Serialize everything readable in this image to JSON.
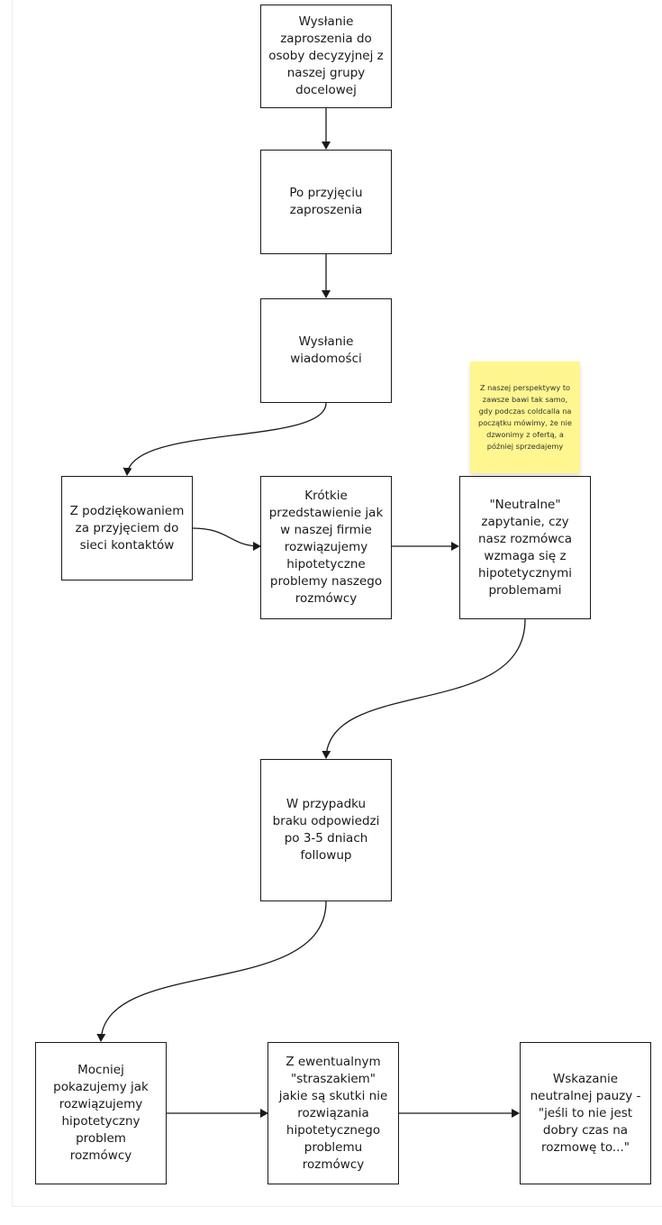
{
  "colors": {
    "stroke": "#1a1a1a",
    "node_fill": "#ffffff",
    "sticky_fill": "#fff68f",
    "canvas_edge": "#ececec"
  },
  "nodes": {
    "n1": {
      "text": "Wysłanie zaproszenia do osoby decyzyjnej z naszej grupy docelowej"
    },
    "n2": {
      "text": "Po przyjęciu zaproszenia"
    },
    "n3": {
      "text": "Wysłanie wiadomości"
    },
    "n4": {
      "text": "Z podziękowaniem za przyjęciem do sieci kontaktów"
    },
    "n5": {
      "text": "Krótkie przedstawienie jak w naszej firmie rozwiązujemy hipotetyczne problemy naszego rozmówcy"
    },
    "n6": {
      "text": "\"Neutralne\" zapytanie, czy nasz rozmówca wzmaga się z hipotetycznymi problemami"
    },
    "n7": {
      "text": "W przypadku braku odpowiedzi po 3-5 dniach followup"
    },
    "n8": {
      "text": "Mocniej pokazujemy jak rozwiązujemy hipotetyczny problem rozmówcy"
    },
    "n9": {
      "text": "Z ewentualnym \"straszakiem\" jakie są skutki nie rozwiązania hipotetycznego problemu rozmówcy"
    },
    "n10": {
      "text": "Wskazanie neutralnej pauzy - \"jeśli to nie jest dobry czas na rozmowę to...\""
    }
  },
  "sticky_note": {
    "text": "Z naszej perspektywy to zawsze bawi tak samo, gdy podczas coldcalla na początku mówimy, że nie dzwonimy z ofertą, a później sprzedajemy"
  },
  "edges": [
    {
      "from": "n1",
      "to": "n2"
    },
    {
      "from": "n2",
      "to": "n3"
    },
    {
      "from": "n3",
      "to": "n4"
    },
    {
      "from": "n4",
      "to": "n5"
    },
    {
      "from": "n5",
      "to": "n6"
    },
    {
      "from": "n6",
      "to": "n7"
    },
    {
      "from": "n7",
      "to": "n8"
    },
    {
      "from": "n8",
      "to": "n9"
    },
    {
      "from": "n9",
      "to": "n10"
    }
  ]
}
